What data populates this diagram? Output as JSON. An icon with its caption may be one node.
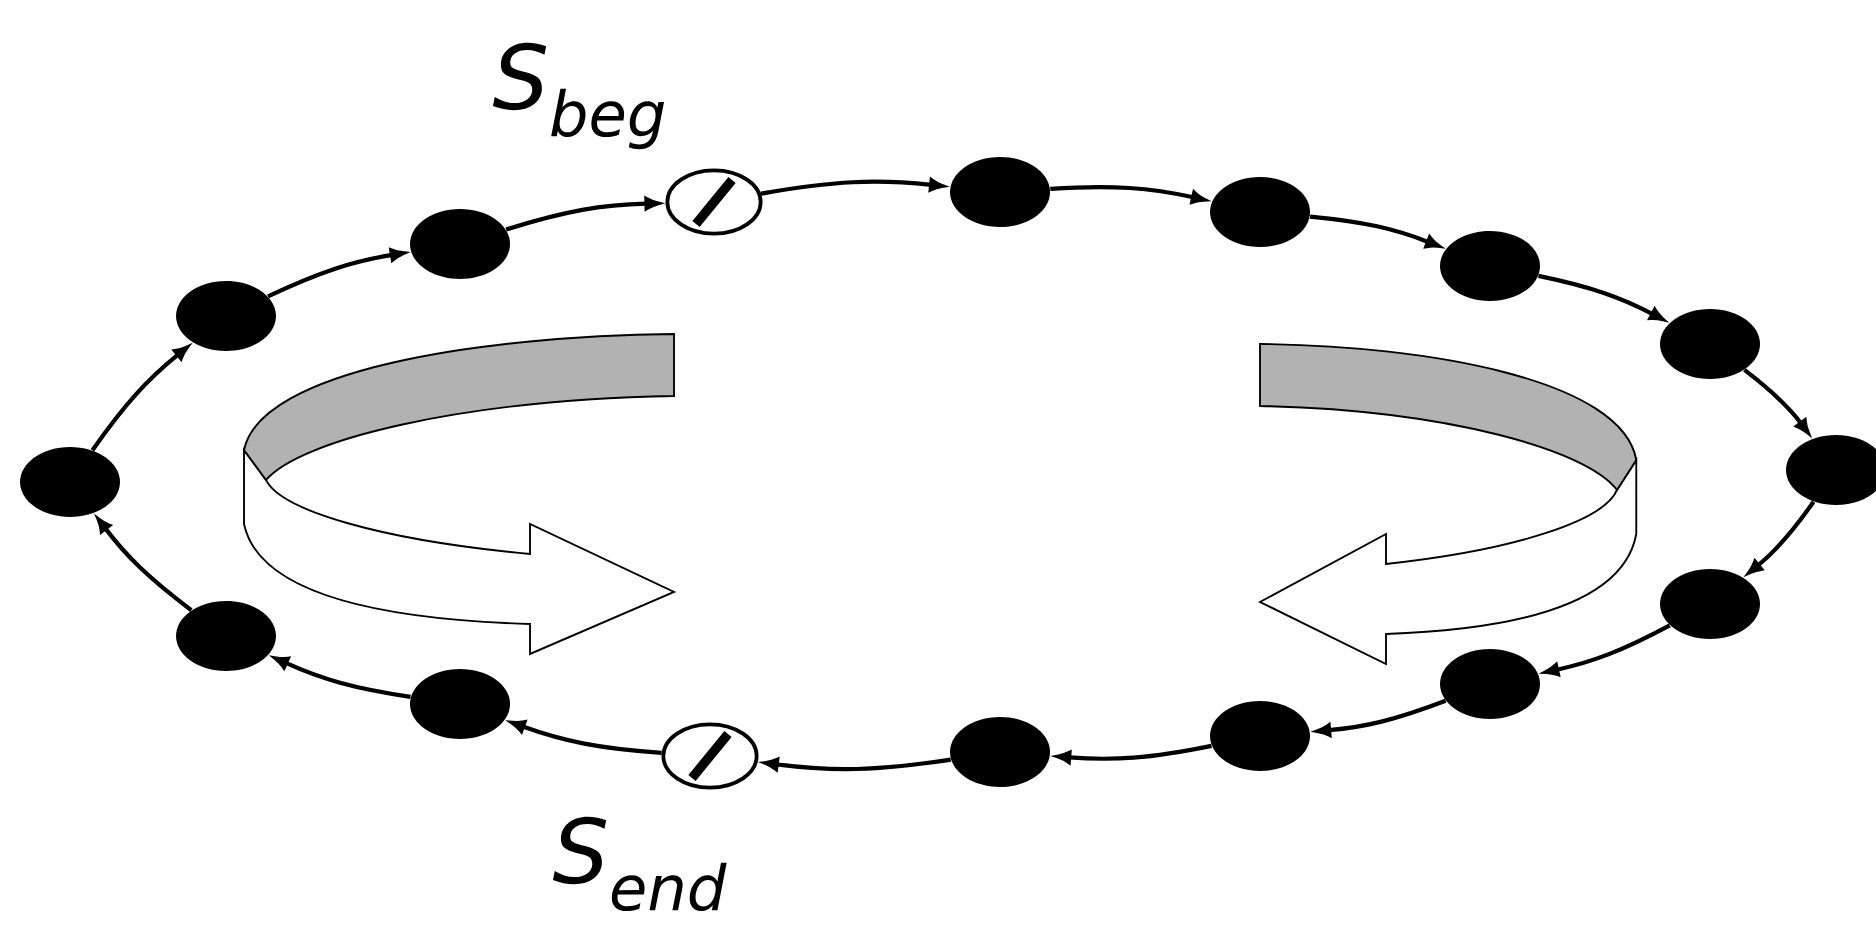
{
  "diagram": {
    "nodes": [
      {
        "text": [],
        "shape": "ellipse",
        "beside": [
          "S$_{beg}$"
        ]
      },
      {
        "text": [],
        "shape": "disc"
      },
      {
        "text": [],
        "shape": "disc"
      },
      {
        "text": [],
        "shape": "disc"
      },
      {
        "text": [],
        "shape": "disc"
      },
      {
        "text": [],
        "shape": "disc"
      },
      {
        "text": [],
        "shape": "disc"
      },
      {
        "text": [],
        "shape": "disc"
      },
      {
        "text": [],
        "shape": "disc"
      },
      {
        "text": [],
        "shape": "disc"
      },
      {
        "text": [],
        "shape": "ellipse",
        "beside": [
          "S$_{end}$"
        ]
      },
      {
        "text": [],
        "shape": "disc"
      },
      {
        "text": [],
        "shape": "disc"
      },
      {
        "text": [],
        "shape": "disc"
      },
      {
        "text": [],
        "shape": "disc"
      },
      {
        "text": [],
        "shape": "disc"
      }
    ],
    "edges": [
      {
        "from": 0,
        "to": 1,
        "arrow": "to"
      },
      {
        "from": 1,
        "to": 2,
        "arrow": "to"
      },
      {
        "from": 2,
        "to": 3,
        "arrow": "to"
      },
      {
        "from": 3,
        "to": 4,
        "arrow": "to"
      },
      {
        "from": 4,
        "to": 5,
        "arrow": "to"
      },
      {
        "from": 5,
        "to": 6,
        "arrow": "to"
      },
      {
        "from": 6,
        "to": 7,
        "arrow": "to"
      },
      {
        "from": 7,
        "to": 8,
        "arrow": "to"
      },
      {
        "from": 8,
        "to": 9,
        "arrow": "to"
      },
      {
        "from": 9,
        "to": 10,
        "arrow": "to"
      },
      {
        "from": 10,
        "to": 11,
        "arrow": "to"
      },
      {
        "from": 11,
        "to": 12,
        "arrow": "to"
      },
      {
        "from": 12,
        "to": 13,
        "arrow": "to"
      },
      {
        "from": 13,
        "to": 14,
        "arrow": "to"
      },
      {
        "from": 14,
        "to": 15,
        "arrow": "to"
      },
      {
        "from": 15,
        "to": 0,
        "arrow": "to"
      }
    ]
  }
}
